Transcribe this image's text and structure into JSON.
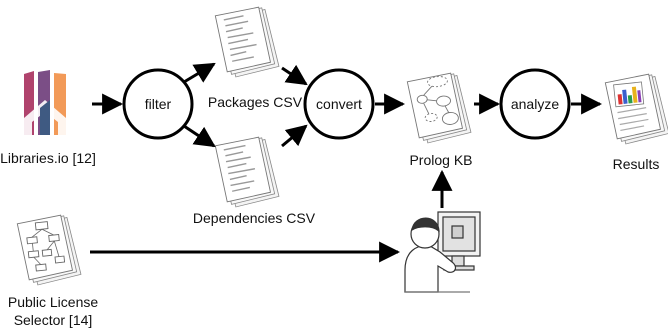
{
  "nodes": {
    "libraries": {
      "label": "Libraries.io [12]",
      "logo_colors": [
        "#b0436d",
        "#7b4e86",
        "#f29a58",
        "#3f5a82"
      ]
    },
    "filter": {
      "label": "filter"
    },
    "packages_csv": {
      "label": "Packages CSV"
    },
    "dependencies_csv": {
      "label": "Dependencies CSV"
    },
    "convert": {
      "label": "convert"
    },
    "prolog_kb": {
      "label": "Prolog KB"
    },
    "analyze": {
      "label": "analyze"
    },
    "results": {
      "label": "Results"
    },
    "pls": {
      "label_line1": "Public License",
      "label_line2": "Selector [14]"
    },
    "user": {
      "icon": "person-at-computer-icon"
    }
  },
  "edges": [
    [
      "libraries",
      "filter"
    ],
    [
      "filter",
      "packages_csv"
    ],
    [
      "filter",
      "dependencies_csv"
    ],
    [
      "packages_csv",
      "convert"
    ],
    [
      "dependencies_csv",
      "convert"
    ],
    [
      "convert",
      "prolog_kb"
    ],
    [
      "prolog_kb",
      "analyze"
    ],
    [
      "analyze",
      "results"
    ],
    [
      "pls",
      "user"
    ],
    [
      "user",
      "prolog_kb"
    ]
  ]
}
